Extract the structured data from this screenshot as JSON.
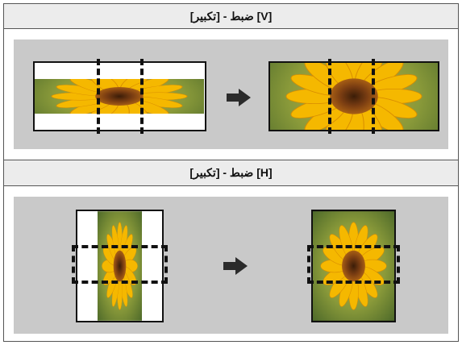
{
  "sections": [
    {
      "title": "[تكبير] - ضبط [V]"
    },
    {
      "title": "[تكبير] - ضبط [H]"
    }
  ],
  "icons": {
    "arrow": "right-arrow-icon",
    "image": "sunflower-image"
  },
  "colors": {
    "panel_bg": "#c9c9c9",
    "header_bg": "#ececec",
    "dash": "#111111",
    "petal": "#f5b800",
    "center": "#7a3d12",
    "foliage": "#6f8f3a"
  }
}
